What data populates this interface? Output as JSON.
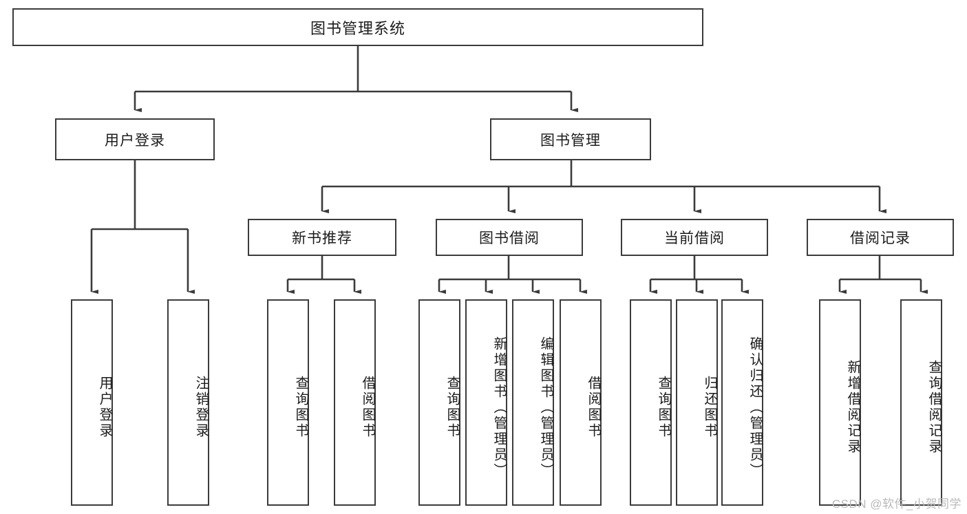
{
  "diagram": {
    "title": "图书管理系统",
    "type": "tree-hierarchy",
    "root": {
      "label": "图书管理系统"
    },
    "level2": [
      {
        "label": "用户登录"
      },
      {
        "label": "图书管理"
      }
    ],
    "level3": [
      {
        "label": "新书推荐"
      },
      {
        "label": "图书借阅"
      },
      {
        "label": "当前借阅"
      },
      {
        "label": "借阅记录"
      }
    ],
    "leaves": {
      "user_login": [
        {
          "label": "用户登录"
        },
        {
          "label": "注销登录"
        }
      ],
      "new_book_recommend": [
        {
          "label": "查询图书"
        },
        {
          "label": "借阅图书"
        }
      ],
      "book_borrow": [
        {
          "label": "查询图书"
        },
        {
          "label": "新增图书（管理员）"
        },
        {
          "label": "编辑图书（管理员）"
        },
        {
          "label": "借阅图书"
        }
      ],
      "current_borrow": [
        {
          "label": "查询图书"
        },
        {
          "label": "归还图书"
        },
        {
          "label": "确认归还（管理员）"
        }
      ],
      "borrow_record": [
        {
          "label": "新增借阅记录"
        },
        {
          "label": "查询借阅记录"
        }
      ]
    },
    "watermark": "CSDN @软件_小贺同学",
    "colors": {
      "border": "#3b3b3b",
      "background": "#ffffff",
      "text": "#1c1c1c",
      "watermark": "#b9b9b9"
    }
  }
}
